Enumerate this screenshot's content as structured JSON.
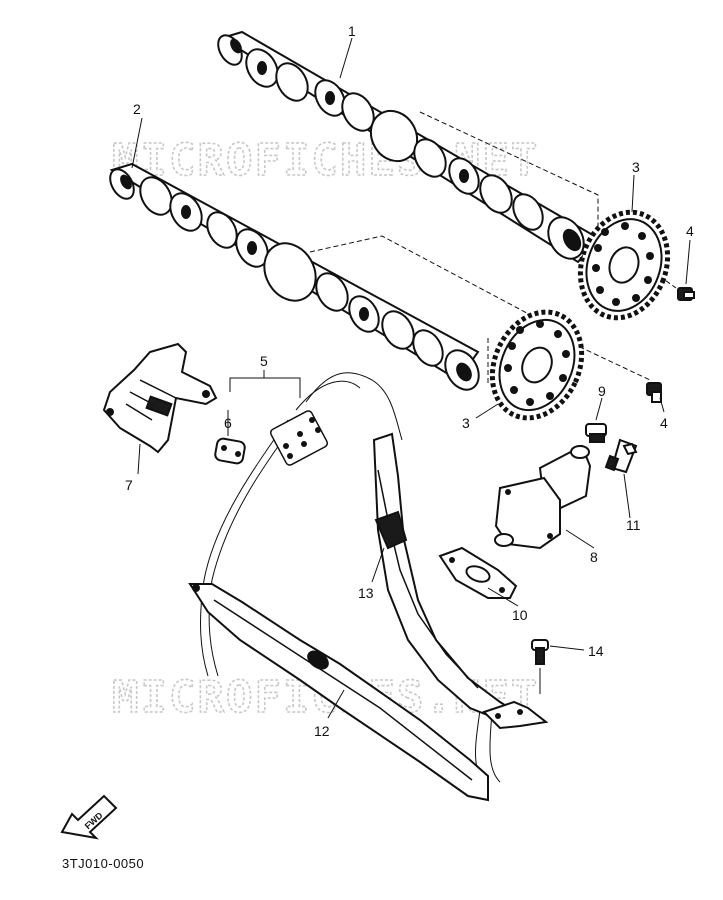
{
  "watermark": {
    "top": "MICROFICHES.NET",
    "bottom": "MICROFICHES.NET"
  },
  "callouts": {
    "c1": "1",
    "c2": "2",
    "c3a": "3",
    "c3b": "3",
    "c4a": "4",
    "c4b": "4",
    "c5": "5",
    "c6": "6",
    "c7": "7",
    "c8": "8",
    "c9": "9",
    "c10": "10",
    "c11": "11",
    "c12": "12",
    "c13": "13",
    "c14": "14"
  },
  "fwd_label": "FWD",
  "diagram_code": "3TJ010-0050"
}
